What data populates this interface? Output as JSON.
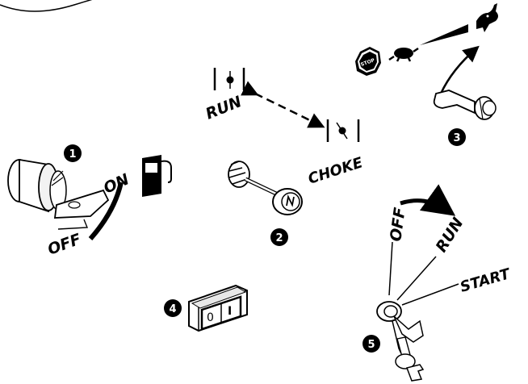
{
  "labels": {
    "run_top": "RUN",
    "choke": "CHOKE",
    "on": "ON",
    "off_fuel": "OFF",
    "off_key": "OFF",
    "run_key": "RUN",
    "start": "START",
    "stop_sign": "STOP"
  },
  "callouts": [
    "1",
    "2",
    "3",
    "4",
    "5"
  ],
  "rocker": {
    "off_symbol": "0",
    "on_symbol": "I"
  },
  "icons": [
    "fuel-pump-icon",
    "stop-sign-icon",
    "turtle-icon",
    "rabbit-icon",
    "key-icon"
  ]
}
